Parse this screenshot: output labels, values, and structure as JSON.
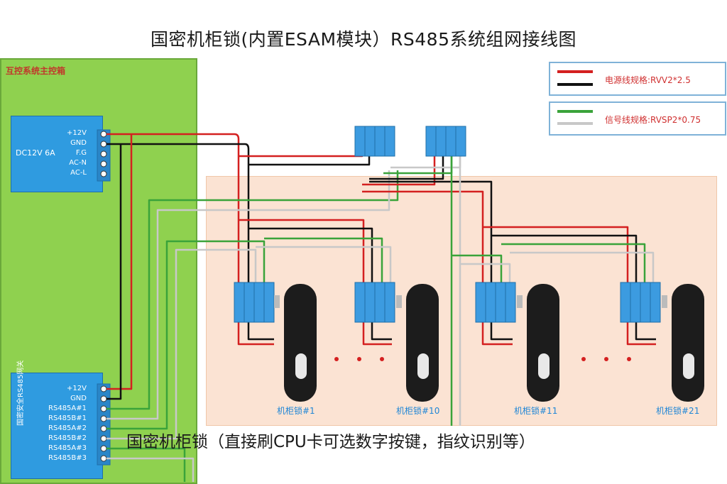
{
  "title": "国密机柜锁(内置ESAM模块）RS485系统组网接线图",
  "caption": "国密机柜锁（直接刷CPU卡可选数字按键，指纹识别等）",
  "cabinet_label": "互控系统主控箱",
  "power_supply": {
    "name": "DC12V 6A",
    "terminals": [
      "+12V",
      "GND",
      "F.G",
      "AC-N",
      "AC-L"
    ]
  },
  "gateway": {
    "name": "国密安全RS485网关",
    "terminals": [
      "+12V",
      "GND",
      "RS485A#1",
      "RS485B#1",
      "RS485A#2",
      "RS485B#2",
      "RS485A#3",
      "RS485B#3"
    ]
  },
  "legend": {
    "power": "电源线规格:RVV2*2.5",
    "signal": "信号线规格:RVSP2*0.75"
  },
  "locks": [
    "机柜锁#1",
    "机柜锁#10",
    "机柜锁#11",
    "机柜锁#21"
  ],
  "colors": {
    "power_positive": "#d42020",
    "power_negative": "#111111",
    "signal_a": "#3aa33a",
    "signal_b": "#c8c8c8",
    "cabinet_bg": "#8fd14f",
    "zone_bg": "#fbe3d3",
    "terminal_block": "#3c9be0"
  }
}
